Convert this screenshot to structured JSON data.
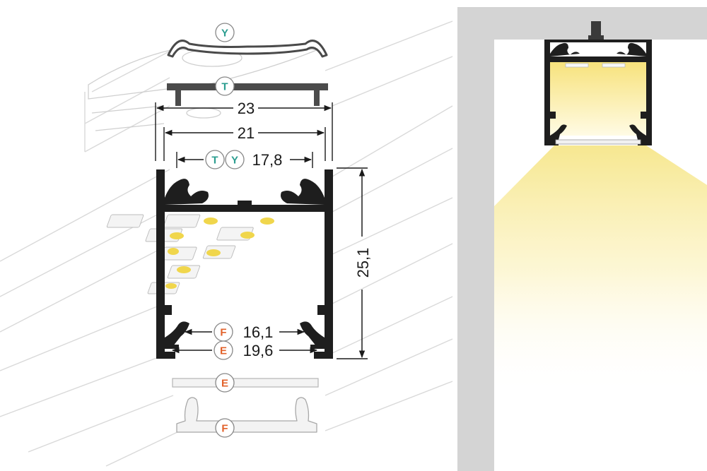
{
  "colors": {
    "background": "#ffffff",
    "profile": "#1e1e1e",
    "cover_T": "#4a4a4a",
    "badge_T_Y": "#2a9d8f",
    "badge_E_F": "#e2622b",
    "led_yellow": "#f2dc6a",
    "light": "#fff3a8",
    "ceiling": "#d4d4d4",
    "sketch": "#d6d6d6"
  },
  "covers": {
    "Y": "Y",
    "T": "T",
    "E": "E",
    "F": "F"
  },
  "dimensions": {
    "width_outer": "23",
    "width_inner": "21",
    "cover_TY_width": "17,8",
    "height": "25,1",
    "cover_F_width": "16,1",
    "cover_E_width": "19,6"
  },
  "icons": {
    "led": "led-chip-icon",
    "mount": "ceiling-mount-icon"
  }
}
